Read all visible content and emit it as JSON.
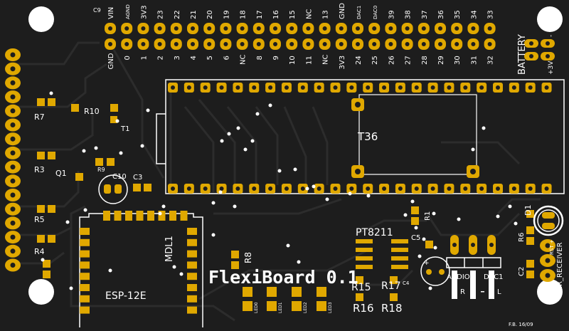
{
  "colors": {
    "board": "#1d1d1d",
    "trace": "#2b2b2b",
    "pad": "#e0a800",
    "silk": "#ffffff",
    "hole": "#ffffff",
    "via": "#ffffff"
  },
  "header_top_labels": [
    "VIN",
    "AGND",
    "3V3",
    "23",
    "22",
    "21",
    "20",
    "19",
    "18",
    "17",
    "16",
    "15",
    "NC",
    "13",
    "GND",
    "DAC1",
    "DAC0",
    "39",
    "38",
    "37",
    "36",
    "35",
    "34",
    "33"
  ],
  "header_bottom_labels": [
    "GND",
    "0",
    "1",
    "2",
    "3",
    "4",
    "5",
    "6",
    "NC",
    "8",
    "9",
    "10",
    "11",
    "NC",
    "3V3",
    "24",
    "25",
    "26",
    "27",
    "28",
    "29",
    "30",
    "31",
    "32"
  ],
  "labels": {
    "title": "FlexiBoard 0.1",
    "battery": "BATTERY",
    "battery_plus": "+3V",
    "battery_minus": "-",
    "teensy": "T36",
    "module_name": "MDL1",
    "module_chip": "ESP-12E",
    "amp": "PT8211",
    "ir": "IR_RECEIVER",
    "ir_pins": "RST +",
    "audio_pins": [
      "AUDIO",
      "DAC1"
    ],
    "audio_sub": [
      "R",
      "L"
    ],
    "footer": "F.B. 16/09",
    "c9": "C9",
    "r7": "R7",
    "r10": "R10",
    "t1": "T1",
    "r3": "R3",
    "q1": "Q1",
    "r9": "R9",
    "c10": "C10",
    "c3": "C3",
    "r5": "R5",
    "r4": "R4",
    "c1": "C1",
    "r8": "R8",
    "r1": "R1",
    "c5": "C5",
    "c4": "C4",
    "r6": "R6",
    "d1": "D1",
    "c2": "C2",
    "r15": "R15",
    "r17": "R17",
    "r16": "R16",
    "r18": "R18",
    "leds": [
      "LED0",
      "LED1",
      "LED2",
      "LED3"
    ]
  }
}
